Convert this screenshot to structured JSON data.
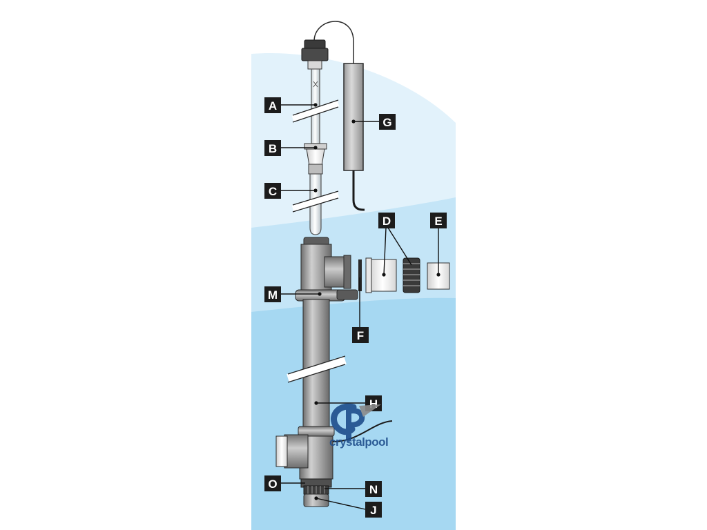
{
  "colors": {
    "water_light": "#e2f2fb",
    "water_mid": "#c4e5f7",
    "water_dark": "#a6d8f2",
    "pipe_light": "#c8c8c8",
    "pipe_dark": "#7e7e7e",
    "label_bg": "#1c1c1c",
    "label_text": "#ffffff",
    "logo_blue": "#1e4e8c",
    "logo_gray": "#8a8a8a"
  },
  "labels": {
    "A": "A",
    "B": "B",
    "C": "C",
    "D": "D",
    "E": "E",
    "F": "F",
    "G": "G",
    "H": "H",
    "M": "M",
    "N": "N",
    "O": "O",
    "J": "J"
  },
  "logo": {
    "text": "crystalpool",
    "icon": "cp-monogram-icon"
  }
}
